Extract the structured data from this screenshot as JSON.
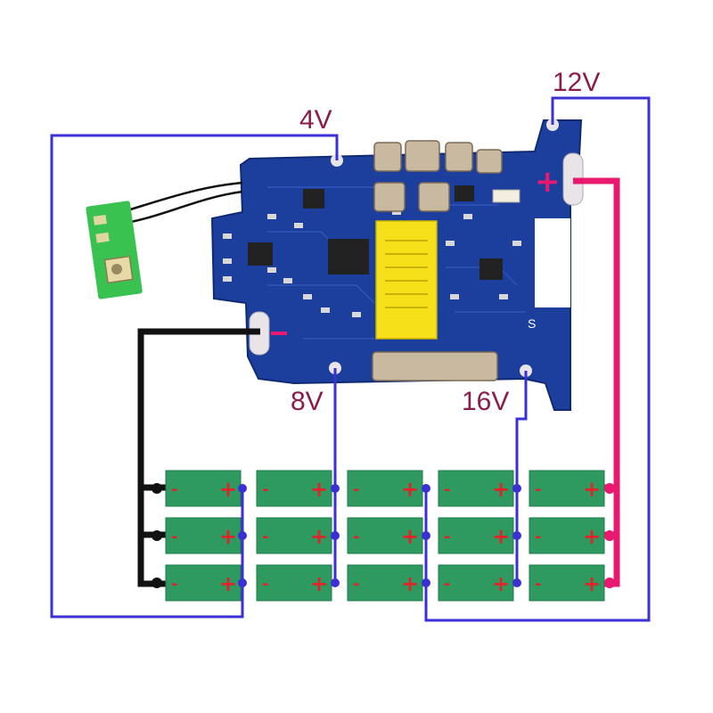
{
  "labels": {
    "v4": "4V",
    "v8": "8V",
    "v12": "12V",
    "v16": "16V"
  },
  "board": {
    "plus_sign": "+",
    "silk_text": "S"
  },
  "cells": {
    "plus": "+",
    "minus": "-",
    "rows": 3,
    "cols": 5
  },
  "colors": {
    "wire_blue": "#3b2fd6",
    "wire_pink": "#e8196e",
    "wire_black": "#111111",
    "pcb_blue": "#1c3f9e",
    "cell_green": "#2e9a60",
    "cell_plus": "#e0242a",
    "cell_minus": "#e0242a",
    "label_color": "#8b1c4a",
    "connector_yellow": "#f5e019",
    "switch_green": "#39c24f"
  }
}
